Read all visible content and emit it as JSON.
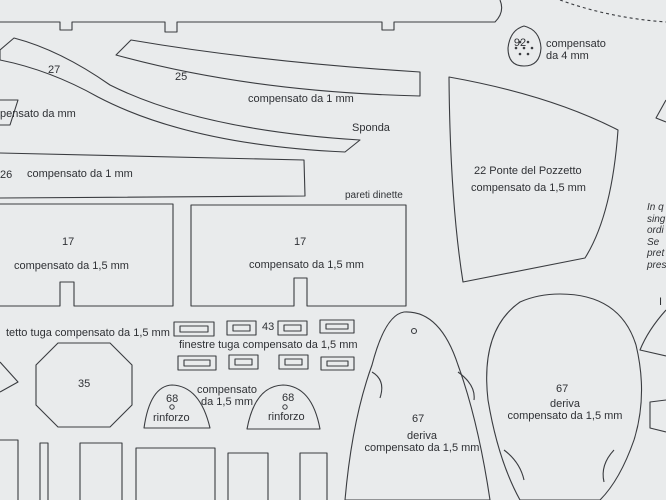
{
  "labels": {
    "part92_num": "92",
    "part92_text": "compensato\nda 4 mm",
    "part27_num": "27",
    "part25_num": "25",
    "part25_text": "compensato da 1 mm",
    "left_cut_text": "pensato da  mm",
    "sponda": "Sponda",
    "part26_num": "26",
    "part26_text": "compensato da 1 mm",
    "part22_text": "22  Ponte del Pozzetto",
    "part22_sub": "compensato da 1,5 mm",
    "pareti": "pareti dinette",
    "part17a_num": "17",
    "part17a_text": "compensato da 1,5 mm",
    "part17b_num": "17",
    "part17b_text": "compensato da 1,5 mm",
    "tetto": "tetto tuga compensato da 1,5 mm",
    "part43_num": "43",
    "finestre": "finestre tuga compensato da 1,5 mm",
    "part35_num": "35",
    "part68a_num": "68",
    "part68a_text": "rinforzo",
    "comp_mid": "compensato\nda 1,5 mm",
    "part68b_num": "68",
    "part68b_text": "rinforzo",
    "part67a_num": "67",
    "part67a_text": "deriva\ncompensato da 1,5 mm",
    "part67b_num": "67",
    "part67b_text": "deriva\ncompensato da 1,5 mm",
    "right_note": "In q\nsing\nordi\nSe\npret\npres",
    "right_frag": "I"
  },
  "colors": {
    "paper": "#e9ebec",
    "line": "#3a3c40"
  }
}
